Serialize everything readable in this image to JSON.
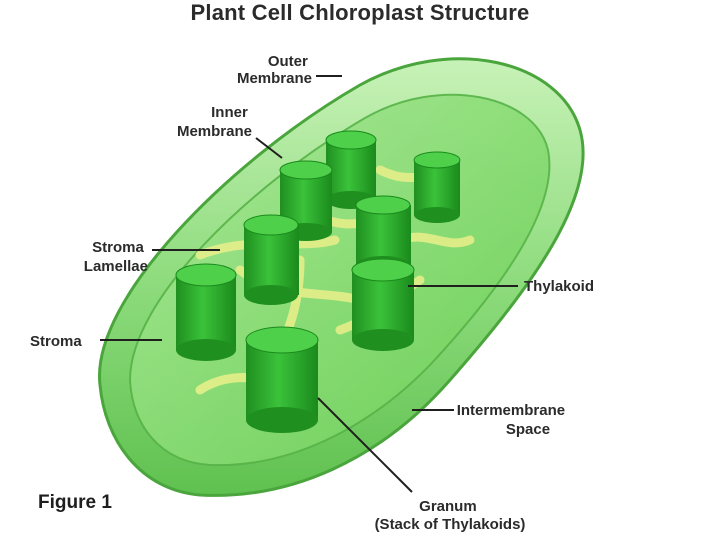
{
  "title": "Plant Cell Chloroplast Structure",
  "figure_caption": "Figure 1",
  "labels": {
    "outer_membrane": [
      "Outer",
      "Membrane"
    ],
    "inner_membrane": [
      "Inner",
      "Membrane"
    ],
    "stroma_lamellae": [
      "Stroma",
      "Lamellae"
    ],
    "stroma": "Stroma",
    "thylakoid": "Thylakoid",
    "intermembrane_space": [
      "Intermembrane",
      "Space"
    ],
    "granum": [
      "Granum",
      "(Stack of Thylakoids)"
    ]
  },
  "colors": {
    "outer_membrane": "#8fdc7e",
    "stroma": "#7fd86a",
    "granum": "#2fae2a",
    "lamellae": "#e5ef8a"
  }
}
